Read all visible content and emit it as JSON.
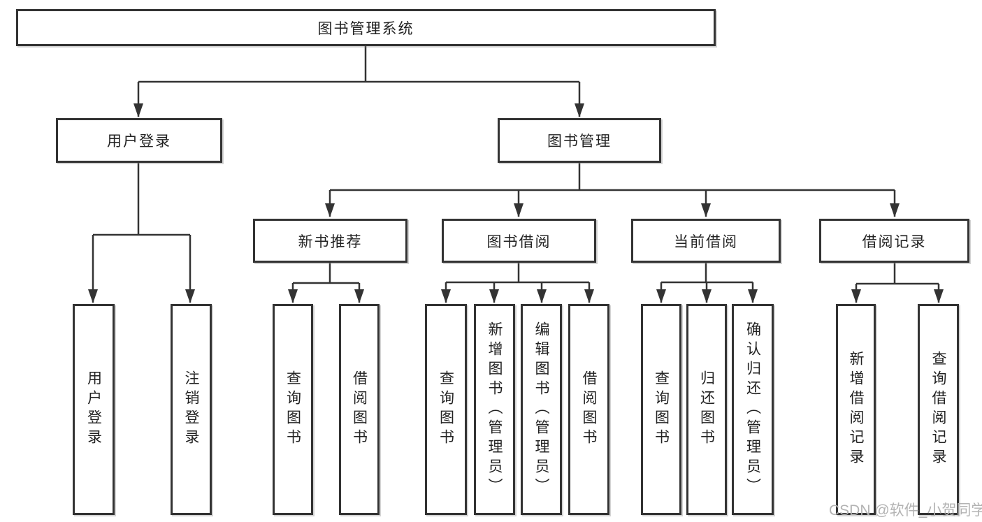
{
  "tree": {
    "root": "图书管理系统",
    "level2": [
      "用户登录",
      "图书管理"
    ],
    "level3": [
      "新书推荐",
      "图书借阅",
      "当前借阅",
      "借阅记录"
    ],
    "leaves": {
      "user_login": [
        "用户登录",
        "注销登录"
      ],
      "new_book_recommendation": [
        "查询图书",
        "借阅图书"
      ],
      "book_borrowing": [
        "查询图书",
        "新增图书（管理员）",
        "编辑图书（管理员）",
        "借阅图书"
      ],
      "current_borrowing": [
        "查询图书",
        "归还图书",
        "确认归还（管理员）"
      ],
      "borrowing_records": [
        "新增借阅记录",
        "查询借阅记录"
      ]
    }
  },
  "watermark": "CSDN @软件_小贺同学",
  "colors": {
    "line": "#333333",
    "box_border": "#333333",
    "text": "#222222",
    "watermark": "#b3b3b3",
    "background": "#ffffff"
  }
}
